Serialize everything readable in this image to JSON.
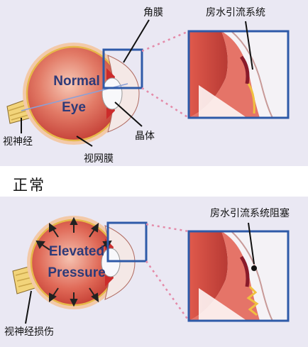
{
  "top": {
    "eye_text_line1": "Normal",
    "eye_text_line2": "Eye",
    "labels": {
      "cornea": "角膜",
      "drainage": "房水引流系统",
      "lens": "晶体",
      "optic_nerve": "视神经",
      "retina": "视网膜"
    }
  },
  "section_title": "正常",
  "bottom": {
    "eye_text_line1": "Elevated",
    "eye_text_line2": "Pressure",
    "labels": {
      "drainage_blocked": "房水引流系统阻塞",
      "optic_nerve_damage": "视神经损伤"
    }
  },
  "colors": {
    "panel_bg": "#eae8f3",
    "eye_red": "#d9534a",
    "frame_blue": "#2e5aa8",
    "iris": "#cc2b2b",
    "nerve_yellow": "#e8c64a"
  }
}
